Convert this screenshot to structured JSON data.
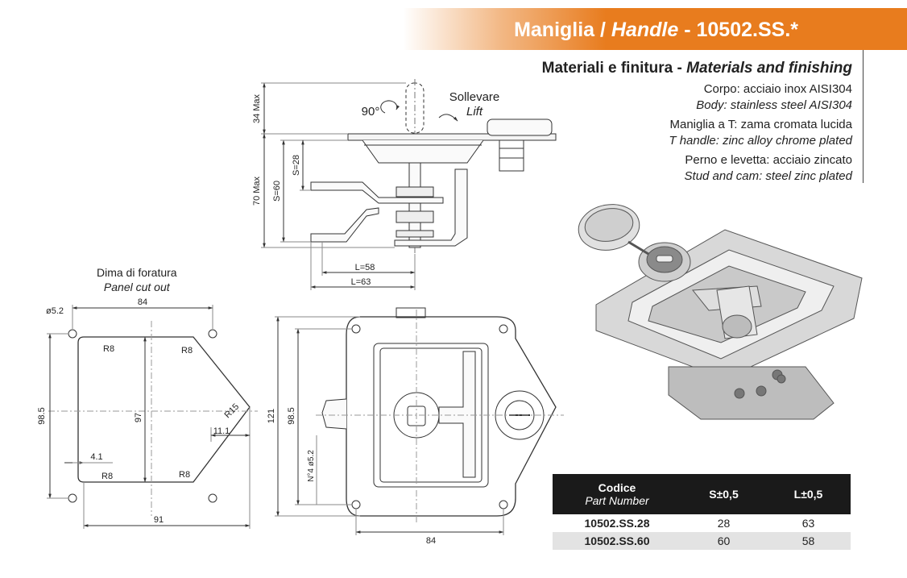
{
  "header": {
    "title_it": "Maniglia",
    "sep": " / ",
    "title_en": "Handle",
    "code": " - 10502.SS.*",
    "accent": "#e87c1e"
  },
  "materials": {
    "title_it": "Materiali e finitura - ",
    "title_en": "Materials and finishing",
    "items": [
      {
        "it": "Corpo: acciaio inox AISI304",
        "en": "Body: stainless steel AISI304"
      },
      {
        "it": "Maniglia a T: zama cromata lucida",
        "en": "T handle: zinc alloy chrome plated"
      },
      {
        "it": "Perno e levetta: acciaio zincato",
        "en": "Stud and cam: steel zinc plated"
      }
    ]
  },
  "side_view": {
    "rotation": "90°",
    "lift_it": "Sollevare",
    "lift_en": "Lift",
    "dims": {
      "max34": "34 Max",
      "max70": "70 Max",
      "s60": "S=60",
      "s28": "S=28",
      "l58": "L=58",
      "l63": "L=63"
    }
  },
  "cutout": {
    "title_it": "Dima di foratura",
    "title_en": "Panel cut out",
    "dims": {
      "d52": "ø5.2",
      "w84": "84",
      "r8a": "R8",
      "r8b": "R8",
      "r8c": "R8",
      "r8d": "R8",
      "h985": "98.5",
      "h97": "97",
      "r15": "R15",
      "d111": "11.1",
      "d41": "4.1",
      "w91": "91"
    }
  },
  "front_view": {
    "dims": {
      "h121": "121",
      "h985": "98.5",
      "holes": "N°4 ø5.2",
      "w84": "84"
    }
  },
  "table": {
    "headers": {
      "code_it": "Codice",
      "code_en": "Part Number",
      "s": "S±0,5",
      "l": "L±0,5"
    },
    "rows": [
      {
        "code": "10502.SS.28",
        "s": "28",
        "l": "63"
      },
      {
        "code": "10502.SS.60",
        "s": "60",
        "l": "58"
      }
    ]
  }
}
